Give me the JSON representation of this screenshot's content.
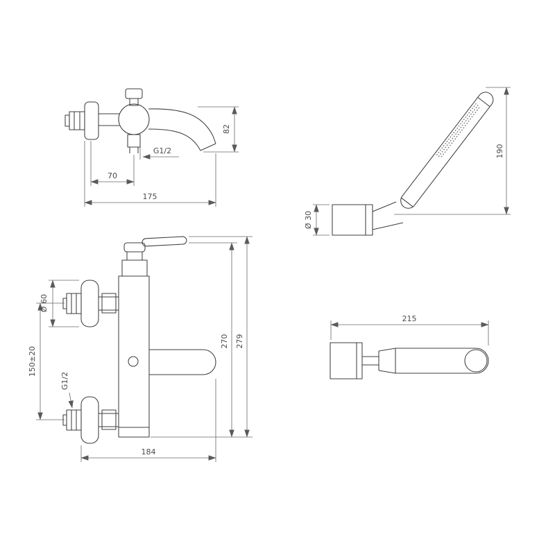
{
  "views": {
    "faucet_side": {
      "spout_height": "82",
      "outlet_thread": "G1/2",
      "wall_to_spout_center": "70",
      "overall_depth": "175"
    },
    "handshower_angled": {
      "length": "190",
      "holder_diameter": "Ø 30"
    },
    "faucet_front": {
      "escutcheon_diameter": "Ø 60",
      "inlet_spacing": "150±20",
      "inlet_thread": "G1/2",
      "body_height": "270",
      "overall_height": "279",
      "overall_width": "184"
    },
    "handshower_side": {
      "length": "215"
    }
  }
}
